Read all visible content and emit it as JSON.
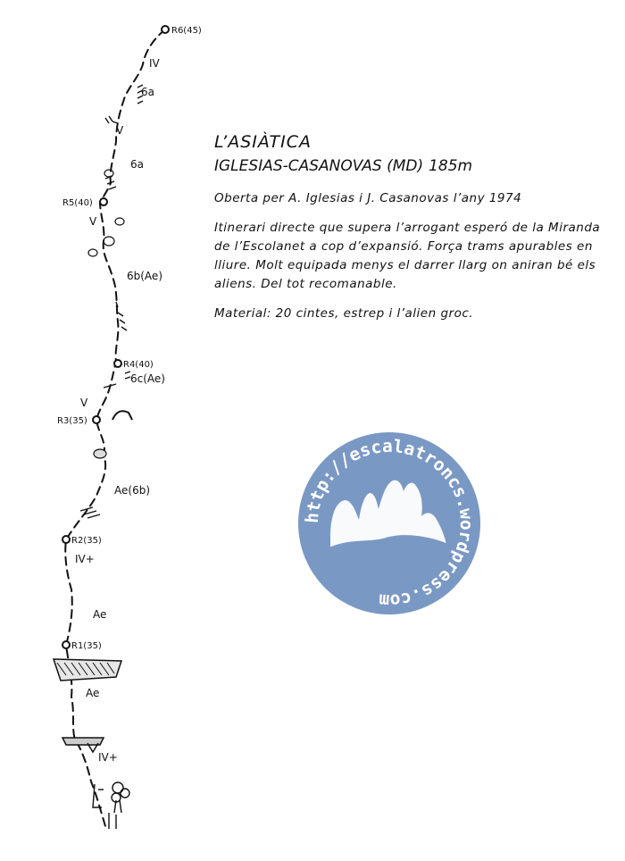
{
  "route": {
    "title": "L’ASIÀTICA",
    "subtitle": "IGLESIAS-CASANOVAS (MD)",
    "length": "185m",
    "opened_by": "Oberta per A. Iglesias i J. Casanovas l’any 1974",
    "description": "Itinerari directe que supera l’arrogant esperó de la Miranda de l’Escolanet a cop d’expansió. Força trams apurables en lliure. Molt equipada menys el darrer llarg on aniran bé els aliens. Del tot recomanable.",
    "material": "Material: 20 cintes, estrep i l’alien groc."
  },
  "topo": {
    "belays": [
      "R6(45)",
      "R5(40)",
      "R4(40)",
      "R3(35)",
      "R2(35)",
      "R1(35)"
    ],
    "grades": [
      "IV",
      "6a",
      "V",
      "6a",
      "V",
      "6b(Ae)",
      "6c(Ae)",
      "V",
      "Ae(6b)",
      "IV+",
      "Ae",
      "Ae",
      "IV+"
    ]
  },
  "watermark": {
    "text": "http://escalatroncs.wordpress.com",
    "color": "#7a98c4"
  }
}
